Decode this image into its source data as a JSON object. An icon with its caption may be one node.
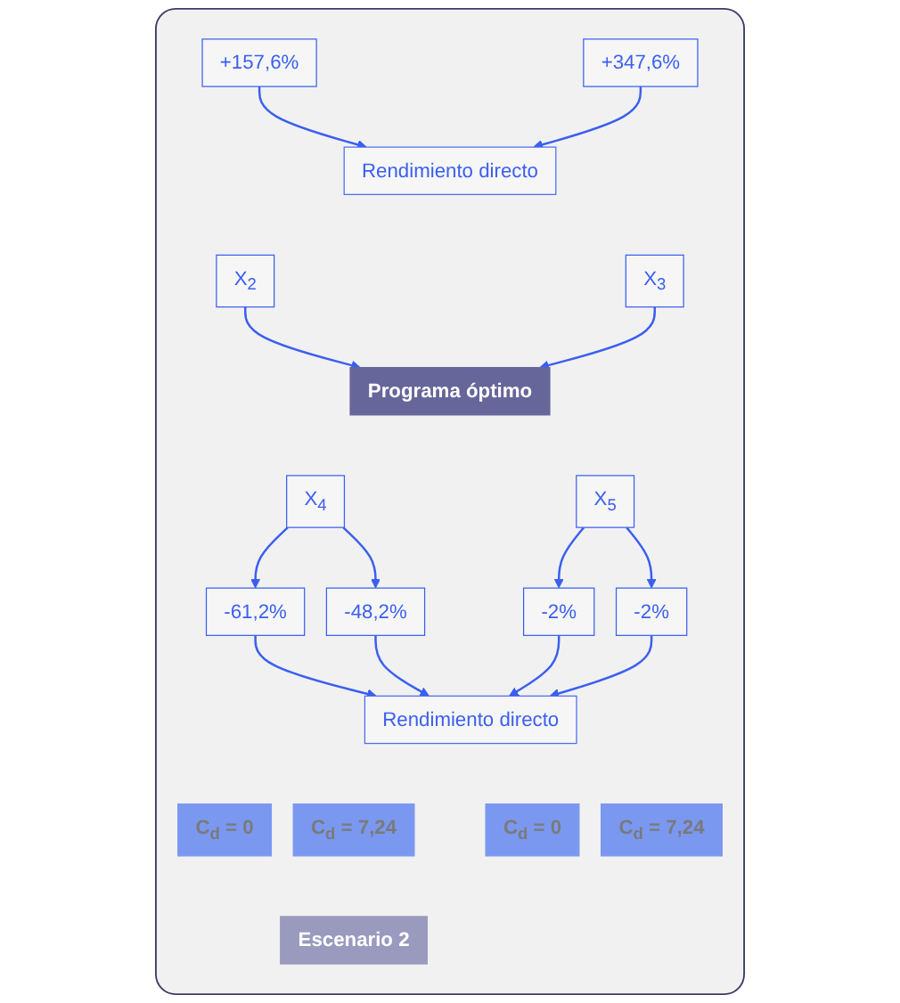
{
  "diagram": {
    "nodes": [
      {
        "text": [],
        "shape": "box"
      },
      {
        "text": [
          "Rendimiento directo"
        ],
        "in": 0
      },
      {
        "text": [
          "+157,6%"
        ],
        "in": 0
      },
      {
        "text": [
          "X$_{2}$"
        ],
        "in": 0
      },
      {
        "text": [
          "+347,6%"
        ],
        "in": 0
      },
      {
        "text": [
          "X$_{3}$"
        ],
        "in": 0
      },
      {
        "text": [
          "Programa óptimo"
        ],
        "in": 0
      },
      {
        "text": [
          "X$_{4}$"
        ],
        "in": 0
      },
      {
        "text": [
          "X$_{5}$"
        ],
        "in": 0
      },
      {
        "text": [
          "-61,2%"
        ],
        "in": 0
      },
      {
        "text": [
          "-48,2%"
        ],
        "in": 0
      },
      {
        "text": [
          "-2%"
        ],
        "in": 0
      },
      {
        "text": [
          "-2%"
        ],
        "in": 0
      },
      {
        "text": [
          "Rendimiento directo"
        ],
        "in": 0
      },
      {
        "text": [
          "C$_{d}$ = 0"
        ],
        "in": 0
      },
      {
        "text": [
          "C$_{d}$ = 7,24"
        ],
        "in": 0
      },
      {
        "text": [
          "C$_{d}$ = 0"
        ],
        "in": 0
      },
      {
        "text": [
          "C$_{d}$ = 7,24"
        ],
        "in": 0
      },
      {
        "text": [
          "Escenario 2"
        ],
        "in": 0
      }
    ],
    "edges": [
      {
        "from": 2,
        "to": 1,
        "arrow": "to"
      },
      {
        "from": 3,
        "to": 6,
        "arrow": "to"
      },
      {
        "from": 4,
        "to": 1,
        "arrow": "to"
      },
      {
        "from": 5,
        "to": 6,
        "arrow": "to"
      },
      {
        "from": 7,
        "to": 9,
        "arrow": "to"
      },
      {
        "from": 7,
        "to": 10,
        "arrow": "to"
      },
      {
        "from": 8,
        "to": 11,
        "arrow": "to"
      },
      {
        "from": 8,
        "to": 12,
        "arrow": "to"
      },
      {
        "from": 9,
        "to": 13,
        "arrow": "to"
      },
      {
        "from": 10,
        "to": 13,
        "arrow": "to"
      },
      {
        "from": 11,
        "to": 13,
        "arrow": "to"
      },
      {
        "from": 12,
        "to": 13,
        "arrow": "to"
      }
    ]
  }
}
